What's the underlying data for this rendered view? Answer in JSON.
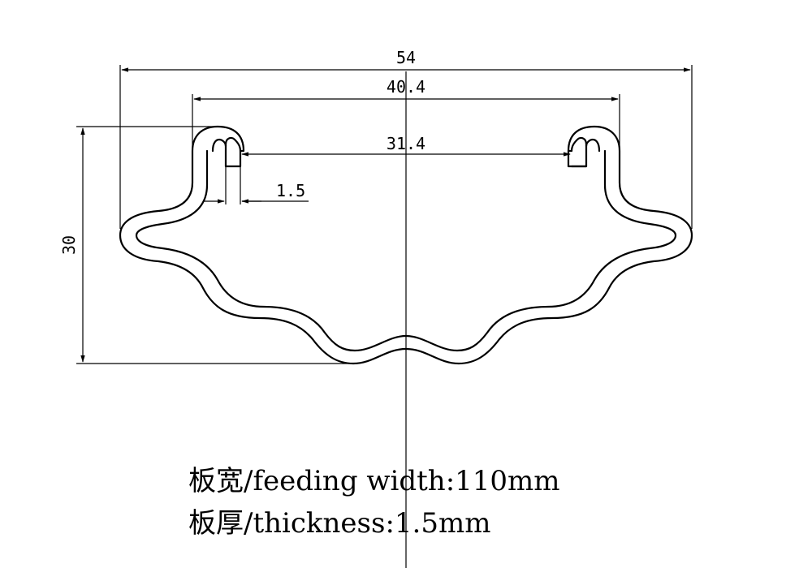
{
  "dimensions": {
    "overall_width": "54",
    "inner_width": "40.4",
    "opening_width": "31.4",
    "hook_gap": "1.5",
    "height": "30"
  },
  "notes": {
    "feeding_width": "板宽/feeding width:110mm",
    "thickness": "板厚/thickness:1.5mm"
  },
  "colors": {
    "line": "#000000",
    "background": "#ffffff"
  }
}
